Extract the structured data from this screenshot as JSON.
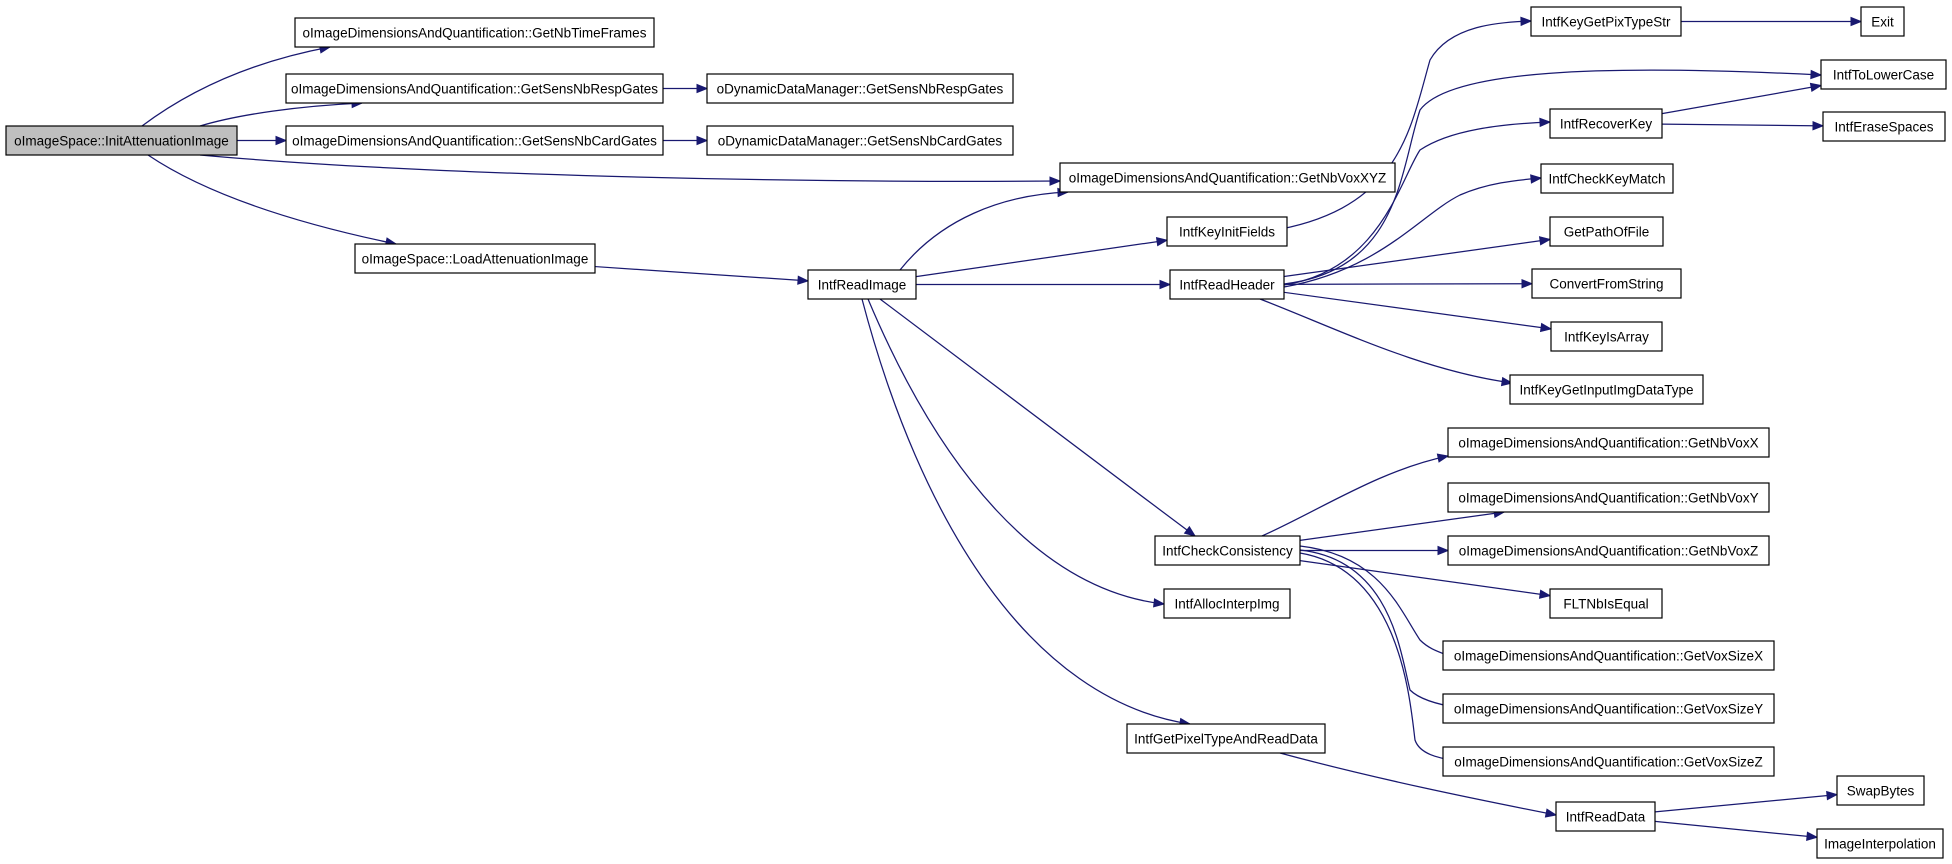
{
  "diagram": {
    "type": "call-graph",
    "colors": {
      "edge": "#191970",
      "root_fill": "#bfbfbf",
      "node_fill": "#ffffff",
      "border": "#000000"
    },
    "nodes": [
      {
        "id": "root",
        "label": "oImageSpace::InitAttenuationImage",
        "root": true
      },
      {
        "id": "n_timeframes",
        "label": "oImageDimensionsAndQuantification::GetNbTimeFrames"
      },
      {
        "id": "n_resp",
        "label": "oImageDimensionsAndQuantification::GetSensNbRespGates"
      },
      {
        "id": "n_card",
        "label": "oImageDimensionsAndQuantification::GetSensNbCardGates"
      },
      {
        "id": "n_ddm_resp",
        "label": "oDynamicDataManager::GetSensNbRespGates"
      },
      {
        "id": "n_ddm_card",
        "label": "oDynamicDataManager::GetSensNbCardGates"
      },
      {
        "id": "n_voxxyz",
        "label": "oImageDimensionsAndQuantification::GetNbVoxXYZ"
      },
      {
        "id": "n_load",
        "label": "oImageSpace::LoadAttenuationImage"
      },
      {
        "id": "n_readimage",
        "label": "IntfReadImage"
      },
      {
        "id": "n_keyinit",
        "label": "IntfKeyInitFields"
      },
      {
        "id": "n_readheader",
        "label": "IntfReadHeader"
      },
      {
        "id": "n_pixtype",
        "label": "IntfKeyGetPixTypeStr"
      },
      {
        "id": "n_exit",
        "label": "Exit"
      },
      {
        "id": "n_tolower",
        "label": "IntfToLowerCase"
      },
      {
        "id": "n_recover",
        "label": "IntfRecoverKey"
      },
      {
        "id": "n_erase",
        "label": "IntfEraseSpaces"
      },
      {
        "id": "n_match",
        "label": "IntfCheckKeyMatch"
      },
      {
        "id": "n_path",
        "label": "GetPathOfFile"
      },
      {
        "id": "n_convert",
        "label": "ConvertFromString"
      },
      {
        "id": "n_isarray",
        "label": "IntfKeyIsArray"
      },
      {
        "id": "n_inputtype",
        "label": "IntfKeyGetInputImgDataType"
      },
      {
        "id": "n_consistency",
        "label": "IntfCheckConsistency"
      },
      {
        "id": "n_voxx",
        "label": "oImageDimensionsAndQuantification::GetNbVoxX"
      },
      {
        "id": "n_voxy",
        "label": "oImageDimensionsAndQuantification::GetNbVoxY"
      },
      {
        "id": "n_voxz",
        "label": "oImageDimensionsAndQuantification::GetNbVoxZ"
      },
      {
        "id": "n_fltn",
        "label": "FLTNbIsEqual"
      },
      {
        "id": "n_sizex",
        "label": "oImageDimensionsAndQuantification::GetVoxSizeX"
      },
      {
        "id": "n_sizey",
        "label": "oImageDimensionsAndQuantification::GetVoxSizeY"
      },
      {
        "id": "n_sizez",
        "label": "oImageDimensionsAndQuantification::GetVoxSizeZ"
      },
      {
        "id": "n_alloc",
        "label": "IntfAllocInterpImg"
      },
      {
        "id": "n_getpixel",
        "label": "IntfGetPixelTypeAndReadData"
      },
      {
        "id": "n_readdata",
        "label": "IntfReadData"
      },
      {
        "id": "n_swap",
        "label": "SwapBytes"
      },
      {
        "id": "n_interp",
        "label": "ImageInterpolation"
      }
    ],
    "edges": [
      {
        "from": "root",
        "to": "n_timeframes"
      },
      {
        "from": "root",
        "to": "n_resp"
      },
      {
        "from": "root",
        "to": "n_card"
      },
      {
        "from": "root",
        "to": "n_voxxyz"
      },
      {
        "from": "root",
        "to": "n_load"
      },
      {
        "from": "n_resp",
        "to": "n_ddm_resp"
      },
      {
        "from": "n_card",
        "to": "n_ddm_card"
      },
      {
        "from": "n_load",
        "to": "n_readimage"
      },
      {
        "from": "n_readimage",
        "to": "n_voxxyz"
      },
      {
        "from": "n_readimage",
        "to": "n_keyinit"
      },
      {
        "from": "n_readimage",
        "to": "n_readheader"
      },
      {
        "from": "n_readimage",
        "to": "n_consistency"
      },
      {
        "from": "n_readimage",
        "to": "n_alloc"
      },
      {
        "from": "n_readimage",
        "to": "n_getpixel"
      },
      {
        "from": "n_keyinit",
        "to": "n_pixtype"
      },
      {
        "from": "n_pixtype",
        "to": "n_exit"
      },
      {
        "from": "n_readheader",
        "to": "n_tolower"
      },
      {
        "from": "n_readheader",
        "to": "n_recover"
      },
      {
        "from": "n_readheader",
        "to": "n_match"
      },
      {
        "from": "n_readheader",
        "to": "n_path"
      },
      {
        "from": "n_readheader",
        "to": "n_convert"
      },
      {
        "from": "n_readheader",
        "to": "n_isarray"
      },
      {
        "from": "n_readheader",
        "to": "n_inputtype"
      },
      {
        "from": "n_recover",
        "to": "n_tolower"
      },
      {
        "from": "n_recover",
        "to": "n_erase"
      },
      {
        "from": "n_consistency",
        "to": "n_voxx"
      },
      {
        "from": "n_consistency",
        "to": "n_voxy"
      },
      {
        "from": "n_consistency",
        "to": "n_voxz"
      },
      {
        "from": "n_consistency",
        "to": "n_fltn"
      },
      {
        "from": "n_consistency",
        "to": "n_sizex"
      },
      {
        "from": "n_consistency",
        "to": "n_sizey"
      },
      {
        "from": "n_consistency",
        "to": "n_sizez"
      },
      {
        "from": "n_getpixel",
        "to": "n_readdata"
      },
      {
        "from": "n_readdata",
        "to": "n_swap"
      },
      {
        "from": "n_readdata",
        "to": "n_interp"
      }
    ]
  }
}
